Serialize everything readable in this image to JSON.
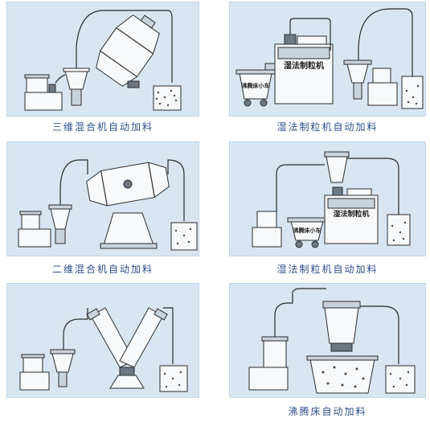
{
  "captions": {
    "p1": "三维混合机自动加料",
    "p2": "湿法制粒机自动加料",
    "p3": "二维混合机自动加料",
    "p4": "湿法制粒机自动加料",
    "p5": "",
    "p6": "沸腾床自动加料"
  },
  "labels": {
    "p2_granulator": "湿法制粒机",
    "p2_cart": "沸腾床小车",
    "p4_granulator": "湿法制粒机",
    "p4_cart": "沸腾床小车"
  }
}
